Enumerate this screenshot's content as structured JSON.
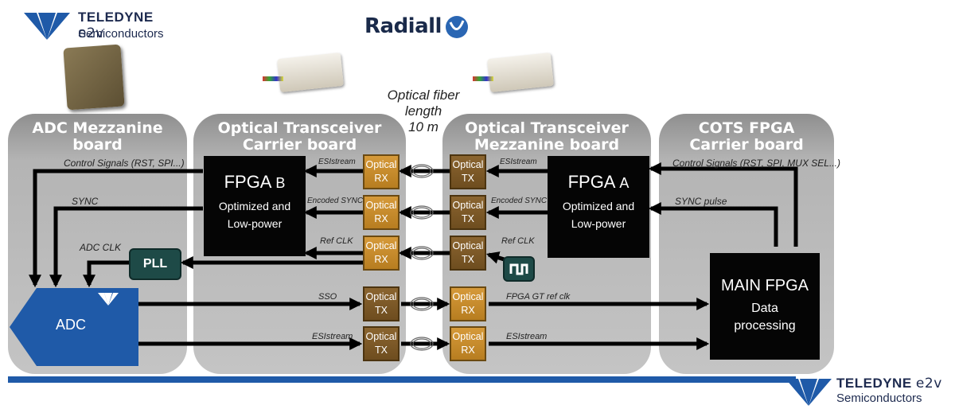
{
  "logos": {
    "teledyne_top": {
      "name": "TELEDYNE",
      "brand_e2v": "e2v",
      "sub": "Semiconductors"
    },
    "teledyne_bottom": {
      "name": "TELEDYNE",
      "brand_e2v": "e2v",
      "sub": "Semiconductors"
    },
    "radiall": {
      "name": "Radiall"
    }
  },
  "fiber": {
    "line1": "Optical fiber",
    "line2": "length",
    "line3": "10 m"
  },
  "boards": {
    "adc_mezz": "ADC Mezzanine board",
    "opt_carrier": "Optical Transceiver Carrier board",
    "opt_mezz": "Optical Transceiver Mezzanine board",
    "cots": "COTS FPGA Carrier board"
  },
  "fpga_b": {
    "title_main": "FPGA",
    "title_letter": "B",
    "line1": "Optimized and",
    "line2": "Low-power"
  },
  "fpga_a": {
    "title_main": "FPGA",
    "title_letter": "A",
    "line1": "Optimized and",
    "line2": "Low-power"
  },
  "main_fpga": {
    "title": "MAIN FPGA",
    "line1": "Data",
    "line2": "processing"
  },
  "pll": "PLL",
  "adc": "ADC",
  "optical": {
    "word": "Optical",
    "rx": "RX",
    "tx": "TX"
  },
  "signals": {
    "ctrl_left": "Control Signals (RST, SPI...)",
    "sync_left": "SYNC",
    "adc_clk": "ADC CLK",
    "eslstream_b": "ESIstream",
    "enc_sync_b": "Encoded SYNC",
    "ref_clk_b": "Ref CLK",
    "eslstream_a": "ESIstream",
    "enc_sync_a": "Encoded SYNC",
    "ref_clk_a": "Ref CLK",
    "ctrl_right": "Control Signals (RST, SPI, MUX SEL...)",
    "sync_pulse": "SYNC pulse",
    "sso": "SSO",
    "fpga_gt": "FPGA GT ref clk",
    "esl_bottom_left": "ESIstream",
    "esl_bottom_right": "ESIstream"
  },
  "colors": {
    "blue": "#1f5aa8",
    "gray": "#b9b9b9",
    "optical_rx": "#d19433",
    "optical_tx": "#7a5624",
    "teal": "#1e4a47"
  }
}
